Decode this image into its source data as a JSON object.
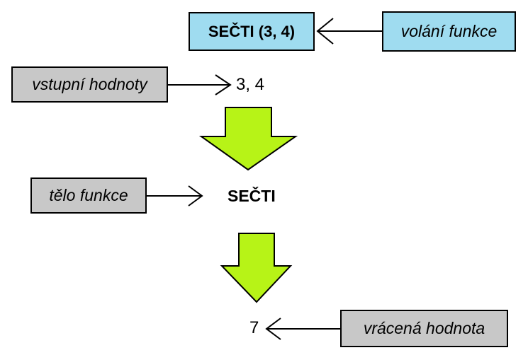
{
  "function_call": {
    "label": "SEČTI (3, 4)",
    "note": "volání funkce",
    "fill": "#9fdcf0"
  },
  "inputs": {
    "note": "vstupní hodnoty",
    "value": "3, 4"
  },
  "body": {
    "note": "tělo funkce",
    "value": "SEČTI"
  },
  "output": {
    "note": "vrácená hodnota",
    "value": "7"
  },
  "colors": {
    "label_fill": "#c8c8c8",
    "flow_arrow_fill": "#b7f317"
  }
}
